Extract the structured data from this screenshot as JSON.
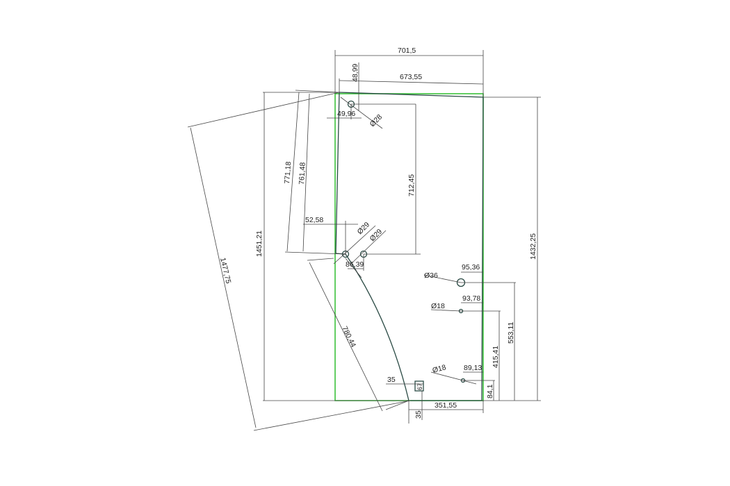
{
  "drawing": {
    "colors": {
      "outline": "#2a4a44",
      "reference": "#3cc23c",
      "dimension": "#444444"
    },
    "dimensions": {
      "overall_width": "701,5",
      "top_width": "673,55",
      "top_offset": "48,99",
      "hole_offset_top": "49,96",
      "hole_top_dia": "Ø28",
      "left_height_1": "771,18",
      "left_height_2": "761,48",
      "hole_spacing_vertical": "712,45",
      "mid_offset": "52,58",
      "hole_mid_dia_1": "Ø29",
      "hole_mid_dia_2": "Ø29",
      "mid_hole_spacing": "86,39",
      "left_total_height": "1451,21",
      "diagonal_length": "1477,75",
      "arc_length": "780,44",
      "hole_right_1_dia": "Ø36",
      "hole_right_1_offset": "95,36",
      "hole_right_2_dia": "Ø18",
      "hole_right_2_offset": "93,78",
      "hole_right_3_dia": "Ø18",
      "hole_right_3_offset": "89,13",
      "height_415": "415,41",
      "height_553": "553,11",
      "right_total_height": "1432,25",
      "bottom_hole_height": "84,1",
      "notch_width": "35",
      "notch_height": "35",
      "bottom_width": "351,55",
      "notch_label": "67"
    }
  }
}
